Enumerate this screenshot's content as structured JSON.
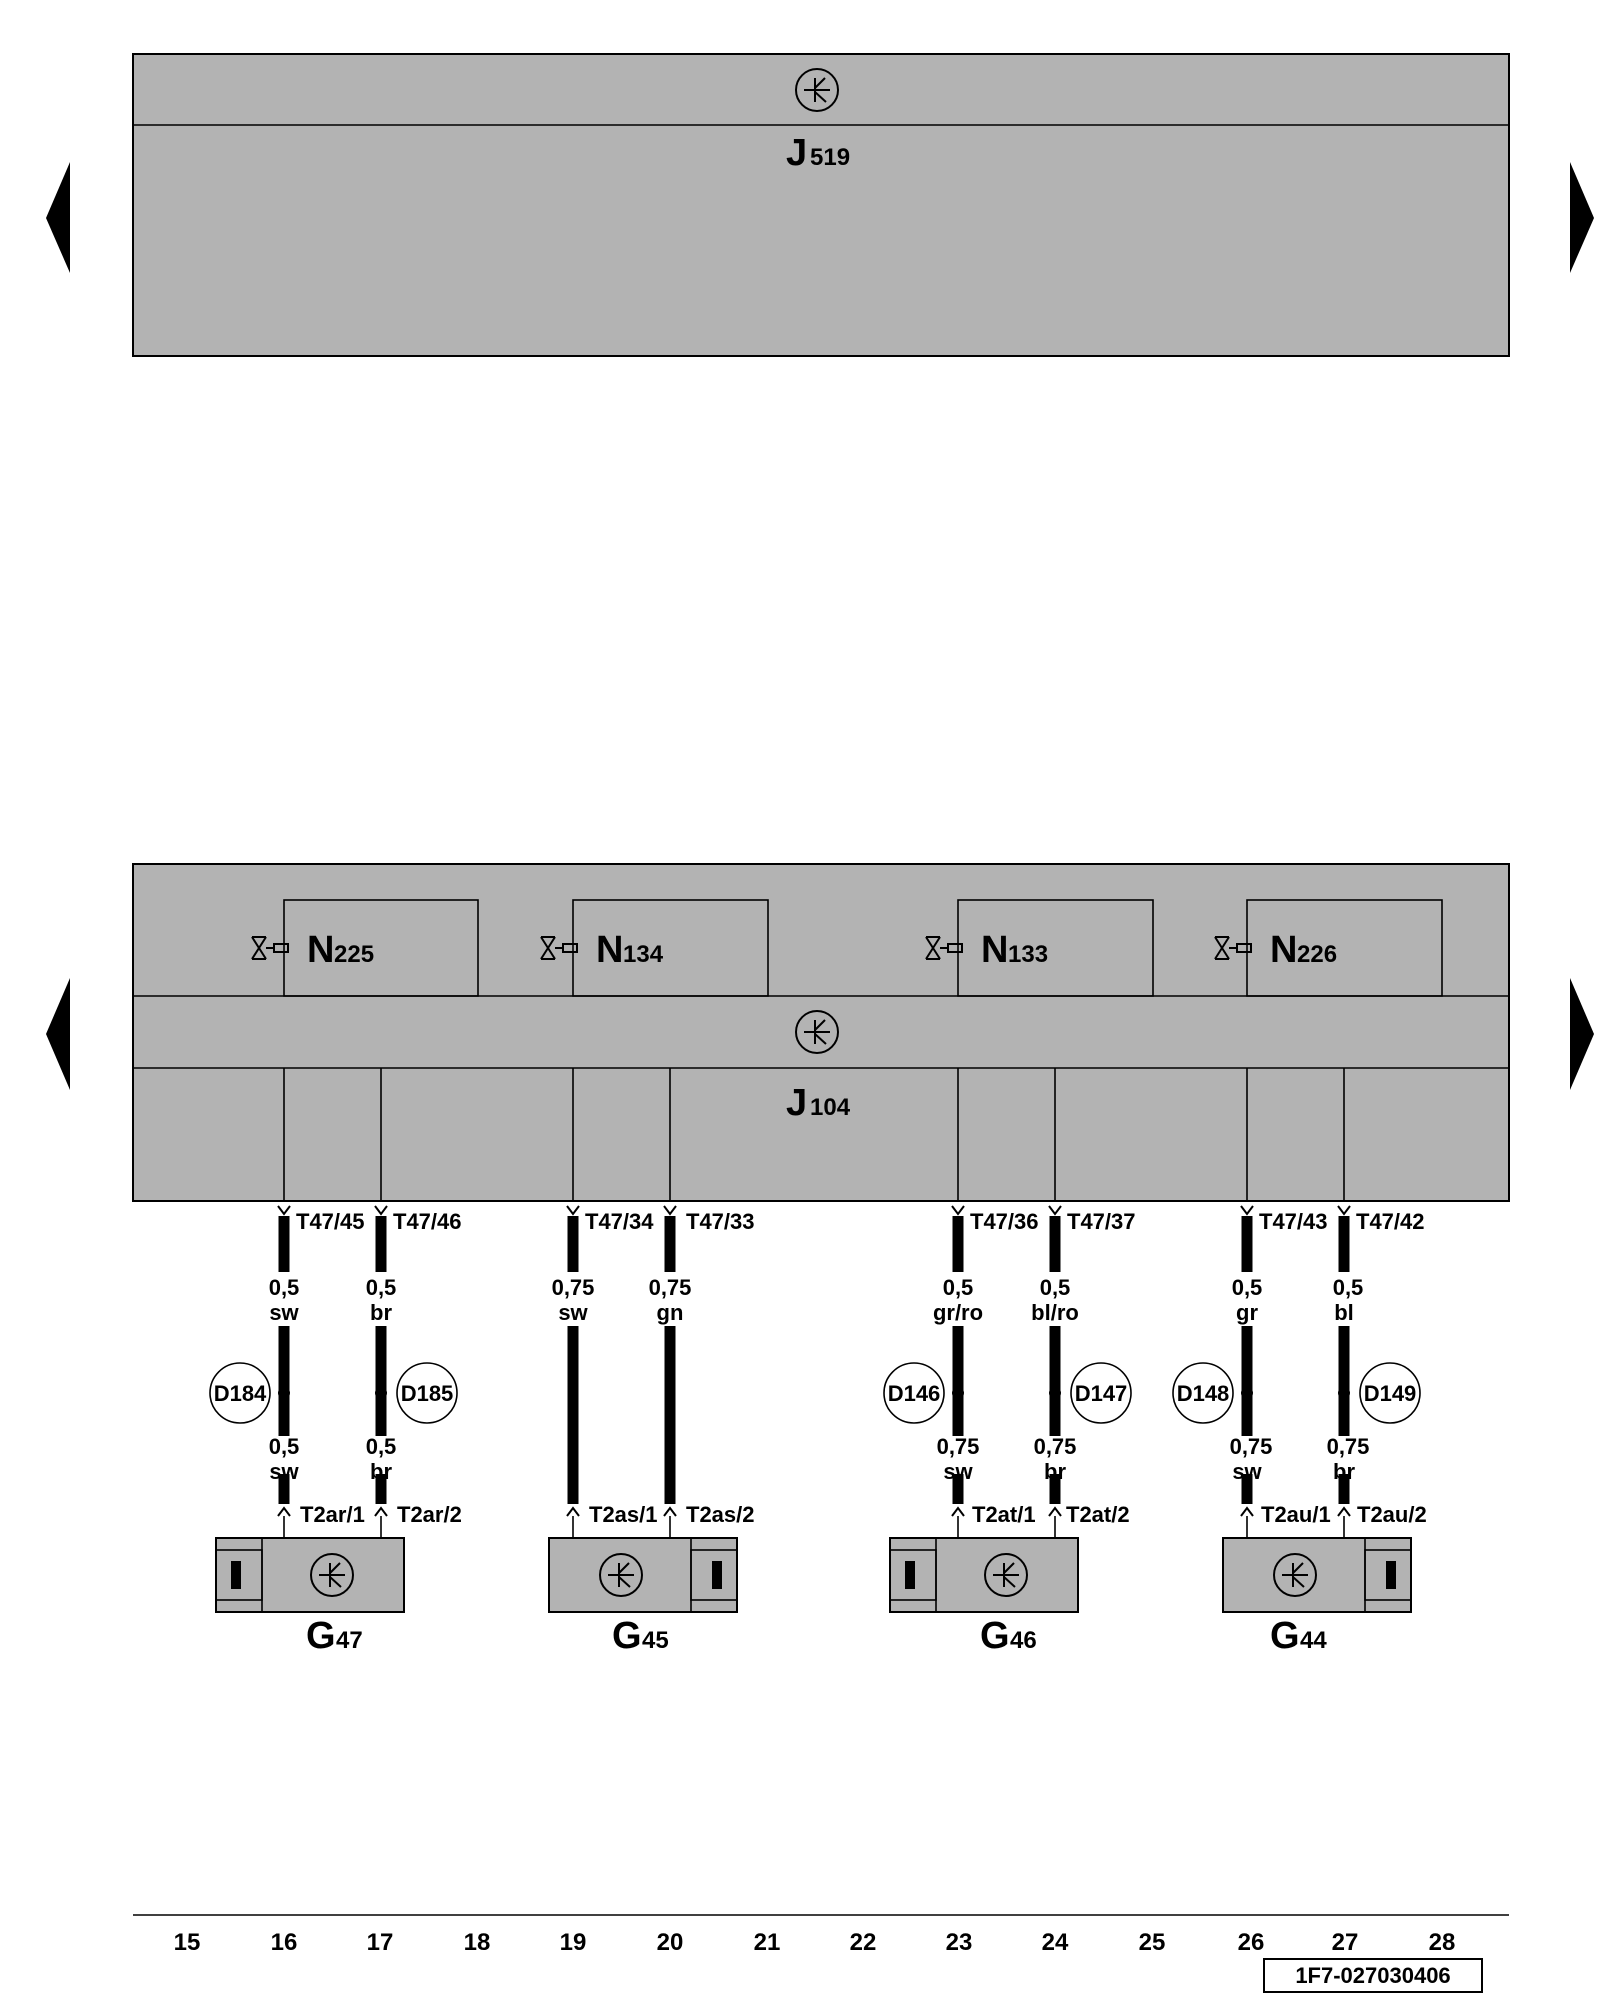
{
  "j519": {
    "letter": "J",
    "sub": "519"
  },
  "j104": {
    "letter": "J",
    "sub": "104"
  },
  "valves": [
    {
      "letter": "N",
      "sub": "225"
    },
    {
      "letter": "N",
      "sub": "134"
    },
    {
      "letter": "N",
      "sub": "133"
    },
    {
      "letter": "N",
      "sub": "226"
    }
  ],
  "sensors": [
    {
      "letter": "G",
      "sub": "47"
    },
    {
      "letter": "G",
      "sub": "45"
    },
    {
      "letter": "G",
      "sub": "46"
    },
    {
      "letter": "G",
      "sub": "44"
    }
  ],
  "wires": [
    {
      "pin": "T47/45",
      "size": "0,5",
      "color": "sw",
      "conn": "D184",
      "size2": "0,5",
      "color2": "sw",
      "plug": "T2ar/1"
    },
    {
      "pin": "T47/46",
      "size": "0,5",
      "color": "br",
      "conn": "D185",
      "size2": "0,5",
      "color2": "br",
      "plug": "T2ar/2"
    },
    {
      "pin": "T47/34",
      "size": "0,75",
      "color": "sw",
      "plug": "T2as/1"
    },
    {
      "pin": "T47/33",
      "size": "0,75",
      "color": "gn",
      "plug": "T2as/2"
    },
    {
      "pin": "T47/36",
      "size": "0,5",
      "color": "gr/ro",
      "conn": "D146",
      "size2": "0,75",
      "color2": "sw",
      "plug": "T2at/1"
    },
    {
      "pin": "T47/37",
      "size": "0,5",
      "color": "bl/ro",
      "conn": "D147",
      "size2": "0,75",
      "color2": "br",
      "plug": "T2at/2"
    },
    {
      "pin": "T47/43",
      "size": "0,5",
      "color": "gr",
      "conn": "D148",
      "size2": "0,75",
      "color2": "sw",
      "plug": "T2au/1"
    },
    {
      "pin": "T47/42",
      "size": "0,5",
      "color": "bl",
      "conn": "D149",
      "size2": "0,75",
      "color2": "br",
      "plug": "T2au/2"
    }
  ],
  "tracks": [
    "15",
    "16",
    "17",
    "18",
    "19",
    "20",
    "21",
    "22",
    "23",
    "24",
    "25",
    "26",
    "27",
    "28"
  ],
  "drawing_id": "1F7-027030406",
  "colors": {
    "band": "#b3b3b3",
    "line": "#000000",
    "background": "#ffffff"
  }
}
